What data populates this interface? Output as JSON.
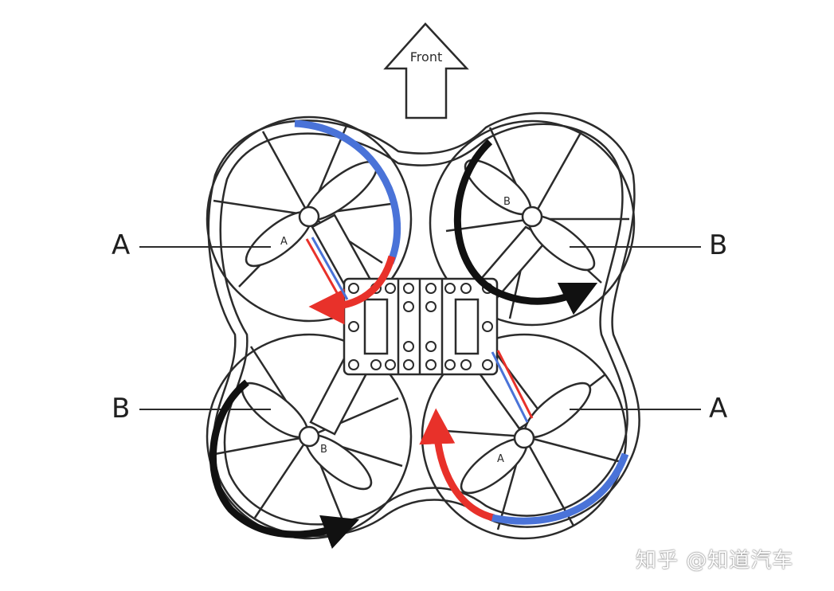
{
  "diagram": {
    "front_label": "Front",
    "motor_labels": {
      "top_left": "A",
      "top_right": "B",
      "bottom_left": "B",
      "bottom_right": "A"
    },
    "propeller_labels": {
      "top_left": "A",
      "top_right": "B",
      "bottom_left": "B",
      "bottom_right": "A"
    },
    "colors": {
      "outline": "#2b2b2b",
      "arrow_red": "#e8312a",
      "arrow_blue": "#4a73d8",
      "arrow_black": "#111111"
    }
  },
  "watermark": "知乎 @知道汽车"
}
